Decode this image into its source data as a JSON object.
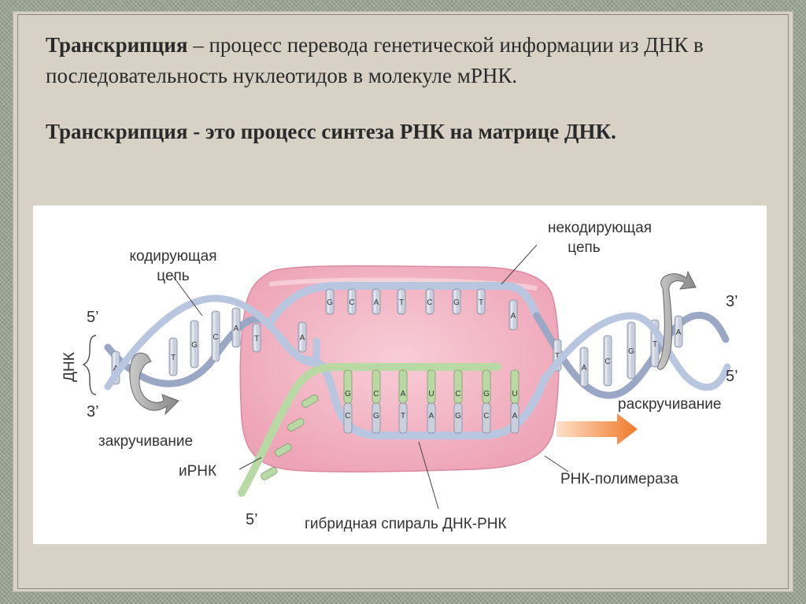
{
  "definition": {
    "term": "Транскрипция",
    "rest": " – процесс перевода генетической информации из ДНК в последовательность нуклеотидов в молекуле мРНК."
  },
  "statement": "Транскрипция - это процесс синтеза РНК на матрице ДНК.",
  "diagram": {
    "labels": {
      "coding_strand": [
        "кодирующая",
        "цепь"
      ],
      "noncoding_strand": [
        "некодирующая",
        "цепь"
      ],
      "dna": "ДНК",
      "five_prime_left": "5’",
      "three_prime_left": "3’",
      "three_prime_right": "3’",
      "five_prime_right": "5’",
      "five_prime_rna": "5’",
      "rewinding": "закручивание",
      "unwinding": "раскручивание",
      "mrna": "иРНК",
      "rna_polymerase": "РНК-полимераза",
      "hybrid_helix": "гибридная спираль ДНК-РНК"
    },
    "top_bases": [
      "A",
      "G",
      "C",
      "A",
      "T",
      "C",
      "G",
      "T",
      "A"
    ],
    "rna_bases": [
      "G",
      "C",
      "A",
      "U",
      "C",
      "G",
      "U"
    ],
    "template_bases": [
      "C",
      "G",
      "T",
      "A",
      "G",
      "C",
      "A"
    ],
    "left_helix_bases": [
      "A",
      "T",
      "G",
      "C",
      "A",
      "T"
    ],
    "right_helix_bases": [
      "T",
      "A",
      "C",
      "G",
      "T",
      "A"
    ],
    "colors": {
      "polymerase": "#f2b8c6",
      "dna_strand": "#b9c6e0",
      "rna_strand": "#b9d9a4",
      "arrow": "#f08a3a"
    }
  }
}
